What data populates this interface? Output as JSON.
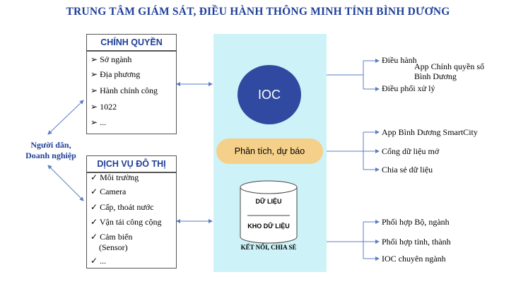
{
  "title": "TRUNG TÂM GIÁM SÁT, ĐIỀU HÀNH THÔNG MINH TỈNH BÌNH DƯƠNG",
  "center": {
    "ioc": "IOC",
    "analysis": "Phân tích, dự báo",
    "db_label_1": "DỮ LIỆU",
    "db_label_2": "KHO DỮ LIỆU",
    "db_caption": "KẾT NỐI, CHIA SẺ"
  },
  "people": {
    "line1": "Người dân,",
    "line2": "Doanh nghiệp"
  },
  "government": {
    "header": "CHÍNH QUYỀN",
    "items": [
      "Sở ngành",
      "Địa phương",
      "Hành chính công",
      "1022",
      "..."
    ]
  },
  "urban": {
    "header": "DỊCH VỤ ĐÔ THỊ",
    "items": [
      "Môi trường",
      "Camera",
      "Cấp, thoát nước",
      "Vận tải công cộng",
      "Cảm biến",
      "(Sensor)",
      "..."
    ]
  },
  "right_top": [
    "Điều hành",
    "App Chính quyền số",
    "Bình Dương",
    "Điều phối xử lý"
  ],
  "right_mid": [
    "App Bình Dương SmartCity",
    "Cổng dữ liệu mở",
    "Chia sẻ dữ liệu"
  ],
  "right_bottom": [
    "Phối hợp Bộ, ngành",
    "Phối hợp tỉnh, thành",
    "IOC chuyên ngành"
  ],
  "colors": {
    "title": "#1f3f99",
    "panel": "#cdf3f8",
    "ioc": "#2f4aa0",
    "pill": "#f5d08a",
    "connector": "#5b7ec5"
  }
}
